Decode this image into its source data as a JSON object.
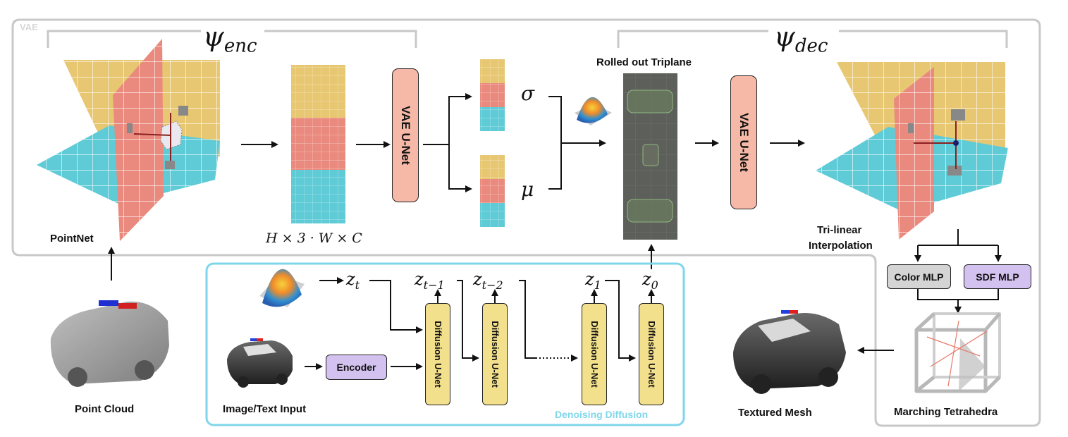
{
  "vae": {
    "section_label": "VAE",
    "psi_enc": "ψ",
    "psi_enc_sub": "enc",
    "psi_dec": "ψ",
    "psi_dec_sub": "dec",
    "pointnet": "PointNet",
    "triplane_shape": "H × 3 · W × C",
    "vae_unet_left": "VAE U-Net",
    "sigma": "σ",
    "mu": "μ",
    "rolled_out": "Rolled out Triplane",
    "vae_unet_right": "VAE U-Net",
    "trilinear_line1": "Tri-linear",
    "trilinear_line2": "Interpolation"
  },
  "inputs": {
    "point_cloud": "Point Cloud",
    "image_text": "Image/Text Input"
  },
  "diffusion": {
    "section_label": "Denoising Diffusion",
    "encoder": "Encoder",
    "unet_label": "Diffusion U-Net",
    "z_t": "z",
    "z_t_sub": "t",
    "z_t1": "z",
    "z_t1_sub": "t−1",
    "z_t2": "z",
    "z_t2_sub": "t−2",
    "z_1": "z",
    "z_1_sub": "1",
    "z_0": "z",
    "z_0_sub": "0"
  },
  "decoder": {
    "color_mlp": "Color MLP",
    "sdf_mlp": "SDF MLP",
    "marching": "Marching Tetrahedra",
    "textured_mesh": "Textured Mesh"
  },
  "colors": {
    "yellow": "#e8c772",
    "red": "#ea8a7e",
    "cyan": "#5fcbd6",
    "diffusion_border": "#7fd6ea",
    "vae_border": "#c8c8c8"
  }
}
